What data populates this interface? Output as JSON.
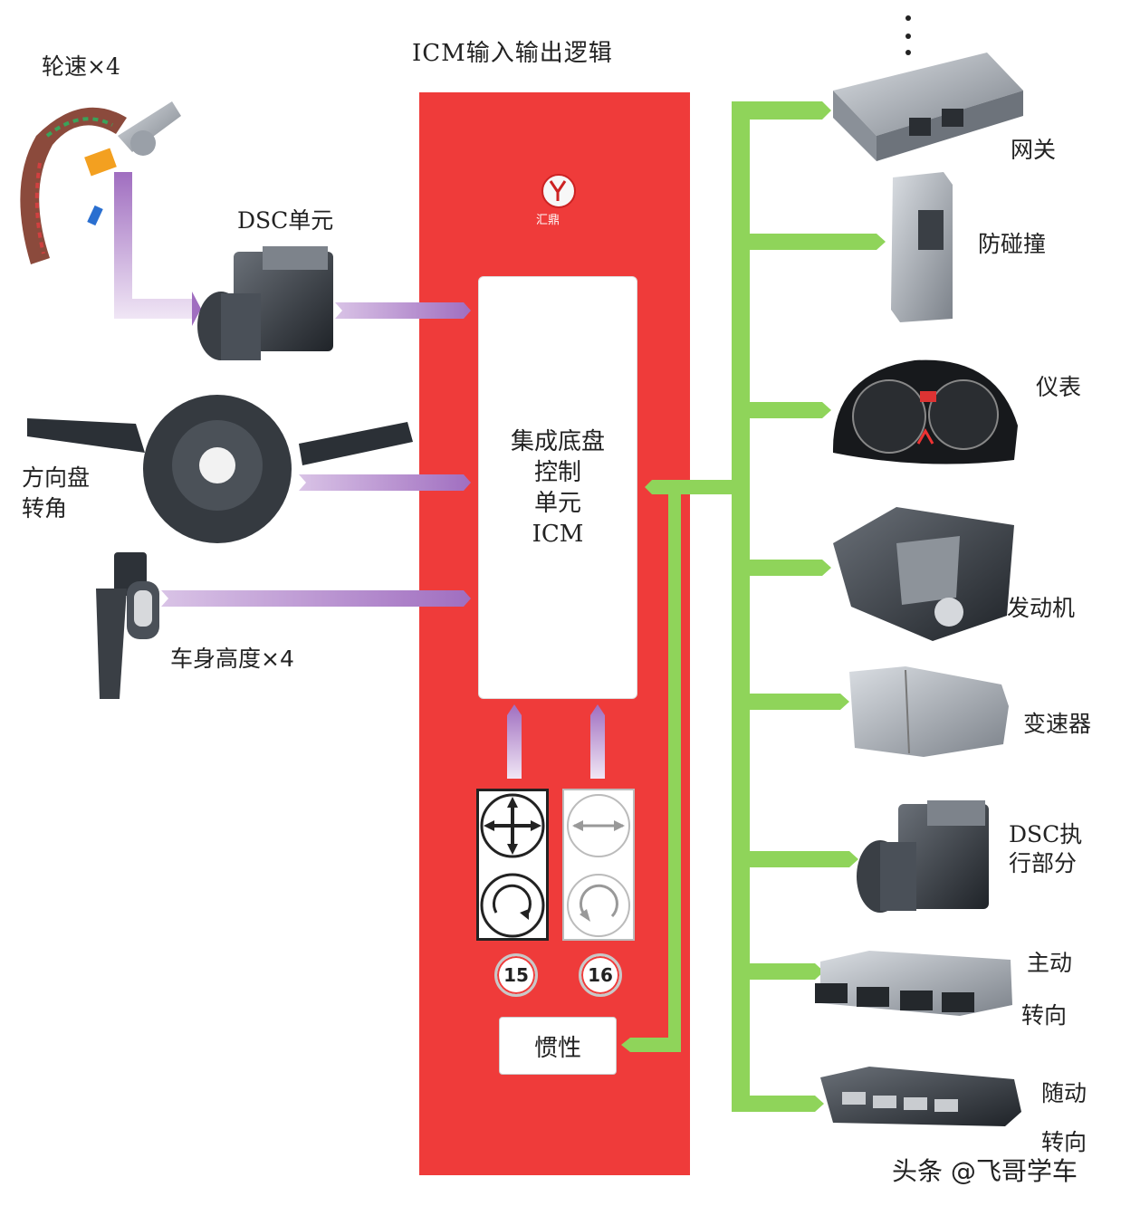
{
  "title": "ICM输入输出逻辑",
  "logo_text": "汇鼎",
  "icm": {
    "line1": "集成底盘",
    "line2": "控制",
    "line3": "单元",
    "line4": "ICM"
  },
  "inertia": "惯性",
  "badges": [
    "15",
    "16"
  ],
  "inputs": {
    "wheel_speed": "轮速×4",
    "dsc_unit": "DSC单元",
    "steering_line1": "方向盘",
    "steering_line2": "转角",
    "body_height": "车身高度×4"
  },
  "outputs": {
    "gateway": "网关",
    "anti_collision": "防碰撞",
    "instrument": "仪表",
    "engine": "发动机",
    "transmission": "变速器",
    "dsc_actuator_line1": "DSC执",
    "dsc_actuator_line2": "行部分",
    "active_steering_line1": "主动",
    "active_steering_line2": "转向",
    "follow_steering_line1": "随动",
    "follow_steering_line2": "转向"
  },
  "watermark": "头条 @飞哥学车",
  "colors": {
    "panel": "#ef3b3a",
    "input_arrow": "#a873c4",
    "output_line": "#8fd45a"
  }
}
